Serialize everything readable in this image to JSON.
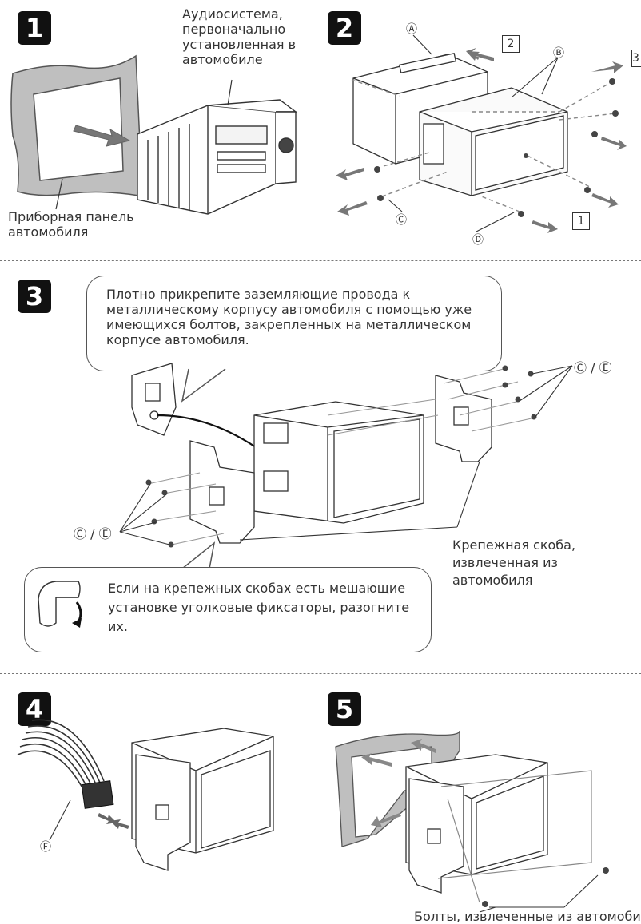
{
  "steps": [
    {
      "number": "1"
    },
    {
      "number": "2"
    },
    {
      "number": "3"
    },
    {
      "number": "4"
    },
    {
      "number": "5"
    }
  ],
  "step1": {
    "audio_label": "Аудиосистема,\nпервоначально\nустановленная в\nавтомобиле",
    "dashboard_label": "Приборная панель\nавтомобиля"
  },
  "step2": {
    "callouts": {
      "a": "Ⓐ",
      "b": "Ⓑ",
      "c": "Ⓒ",
      "d": "Ⓓ"
    },
    "box_1": "1",
    "box_2": "2",
    "box_3": "3"
  },
  "step3": {
    "bubble_text": "Плотно прикрепите заземляющие провода к металлическому корпусу автомобиля с помощью уже имеющихся болтов, закрепленных на металлическом корпусе автомобиля.",
    "ce_label_right": "Ⓒ / Ⓔ",
    "ce_label_left": "Ⓒ / Ⓔ",
    "bracket_label": "Крепежная скоба,\nизвлеченная из автомобиля",
    "note_text": "Если на крепежных скобах есть мешающие установке уголковые фиксаторы, разогните их."
  },
  "step4": {
    "callout_f": "Ⓕ"
  },
  "step5": {
    "bolts_label": "Болты, извлеченные из автомобиля"
  }
}
